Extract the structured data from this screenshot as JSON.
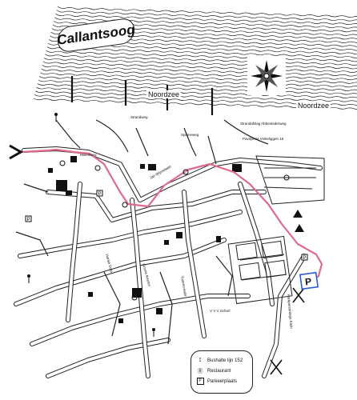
{
  "map": {
    "title": "Callantsoog",
    "sea_labels": [
      "Noordzee",
      "Noordzee"
    ],
    "street_labels": [
      "Strandafslag Abbestederweg",
      "Paviljoens Vinkeliggen 15",
      "Strandweg",
      "Spinneweg",
      "Jan Wijsselaan",
      "Molenweg",
      "Hanke Dorp",
      "Groote Keeten",
      "V V V Schorl",
      "Tuinrecreatie",
      "Parkpercentage Kluin"
    ],
    "legend": {
      "items": [
        {
          "icon": "bus-stop-icon",
          "symbol": "⟟",
          "label": "Bushalte lijn 152"
        },
        {
          "icon": "restaurant-icon",
          "symbol": "Ⓡ",
          "label": "Restaurant"
        },
        {
          "icon": "parking-icon",
          "symbol": "P",
          "label": "Parkeerplaats"
        }
      ]
    },
    "colors": {
      "route": "#e06a8a",
      "parking_fill": "#ffffff",
      "parking_border": "#2a5bd7",
      "ink": "#111111"
    }
  }
}
